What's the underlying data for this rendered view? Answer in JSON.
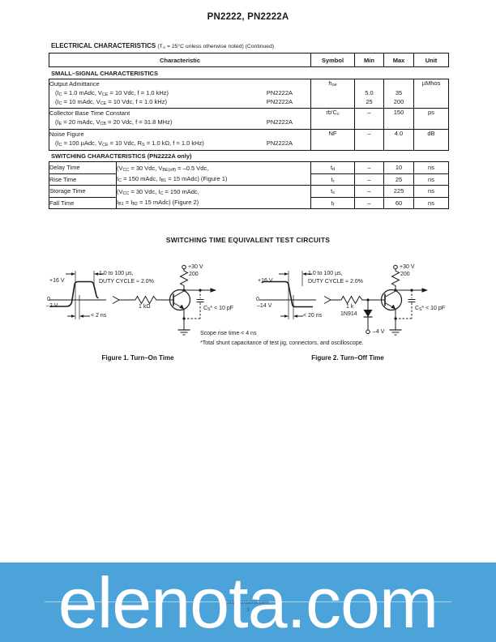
{
  "page": {
    "title": "PN2222, PN2222A"
  },
  "elec_char": {
    "label": "ELECTRICAL CHARACTERISTICS",
    "note": "(T_A_ = 25°C unless otherwise noted) (Continued)"
  },
  "table": {
    "headers": {
      "characteristic": "Characteristic",
      "symbol": "Symbol",
      "min": "Min",
      "max": "Max",
      "unit": "Unit"
    },
    "small_signal": {
      "section": "SMALL–SIGNAL CHARACTERISTICS",
      "rows": [
        {
          "name": "Output Admittance",
          "cond1": "(I_C_ = 1.0 mAdc, V_CE_ = 10 Vdc, f = 1.0 kHz)",
          "dev1": "PN2222A",
          "cond2": "(I_C_ = 10 mAdc, V_CE_ = 10 Vdc, f = 1.0 kHz)",
          "dev2": "PN2222A",
          "symbol": "h_oe_",
          "min1": "5.0",
          "min2": "25",
          "max1": "35",
          "max2": "200",
          "unit": "µMhos"
        },
        {
          "name": "Collector Base Time Constant",
          "cond1": "(I_E_ = 20 mAdc, V_CB_ = 20 Vdc, f = 31.8 MHz)",
          "dev1": "PN2222A",
          "symbol": "rb′C_c_",
          "min": "–",
          "max": "150",
          "unit": "ps"
        },
        {
          "name": "Noise Figure",
          "cond1": "(I_C_ = 100 µAdc, V_CE_ = 10 Vdc, R_S_ = 1.0 kΩ, f = 1.0 kHz)",
          "dev1": "PN2222A",
          "symbol": "NF",
          "min": "–",
          "max": "4.0",
          "unit": "dB"
        }
      ]
    },
    "switching": {
      "section": "SWITCHING CHARACTERISTICS (PN2222A only)",
      "groups": [
        {
          "cond_line1": "(V_CC_ = 30 Vdc, V_BE(off)_ = –0.5 Vdc,",
          "cond_line2": "I_C_ = 150 mAdc, I_B1_ = 15 mAdc) (Figure 1)"
        },
        {
          "cond_line1": "(V_CC_ = 30 Vdc, I_C_ = 150 mAdc,",
          "cond_line2": "I_B1_ = I_B2_ = 15 mAdc) (Figure 2)"
        }
      ],
      "rows": [
        {
          "name": "Delay Time",
          "symbol": "t_d_",
          "min": "–",
          "max": "10",
          "unit": "ns"
        },
        {
          "name": "Rise Time",
          "symbol": "t_r_",
          "min": "–",
          "max": "25",
          "unit": "ns"
        },
        {
          "name": "Storage Time",
          "symbol": "t_s_",
          "min": "–",
          "max": "225",
          "unit": "ns"
        },
        {
          "name": "Fall Time",
          "symbol": "t_f_",
          "min": "–",
          "max": "60",
          "unit": "ns"
        }
      ]
    }
  },
  "circuits": {
    "heading": "SWITCHING TIME EQUIVALENT TEST CIRCUITS",
    "figure1": {
      "wf_high": "+16 V",
      "wf_zero": "0",
      "wf_low": "–2 V",
      "pulse_width": "1.0 to 100 µs,",
      "duty_cycle": "DUTY CYCLE ≈ 2.0%",
      "edge_time": "< 2 ns",
      "base_resistor": "1 kΩ",
      "collector_resistor": "200",
      "supply": "+30 V",
      "cap_label": "C_S_* < 10 pF",
      "caption": "Figure 1. Turn–On Time"
    },
    "figure2": {
      "wf_high": "+16 V",
      "wf_zero": "0",
      "wf_low": "–14 V",
      "pulse_width": "1.0 to 100 µs,",
      "duty_cycle": "DUTY CYCLE ≈ 2.0%",
      "edge_time": "< 20 ns",
      "base_resistor": "1 k",
      "collector_resistor": "200",
      "supply": "+30 V",
      "diode": "1N914",
      "diode_supply": "–4 V",
      "cap_label": "C_S_* < 10 pF",
      "caption": "Figure 2. Turn–Off Time"
    },
    "notes": {
      "scope": "Scope rise time < 4 ns",
      "shunt": "*Total shunt capacitance of test jig, connectors, and oscilloscope."
    }
  },
  "watermark": {
    "text": "elenota.com",
    "bg_color": "#4ba3d9",
    "faint_url": "http://onsemi.com",
    "faint_page": "3"
  }
}
